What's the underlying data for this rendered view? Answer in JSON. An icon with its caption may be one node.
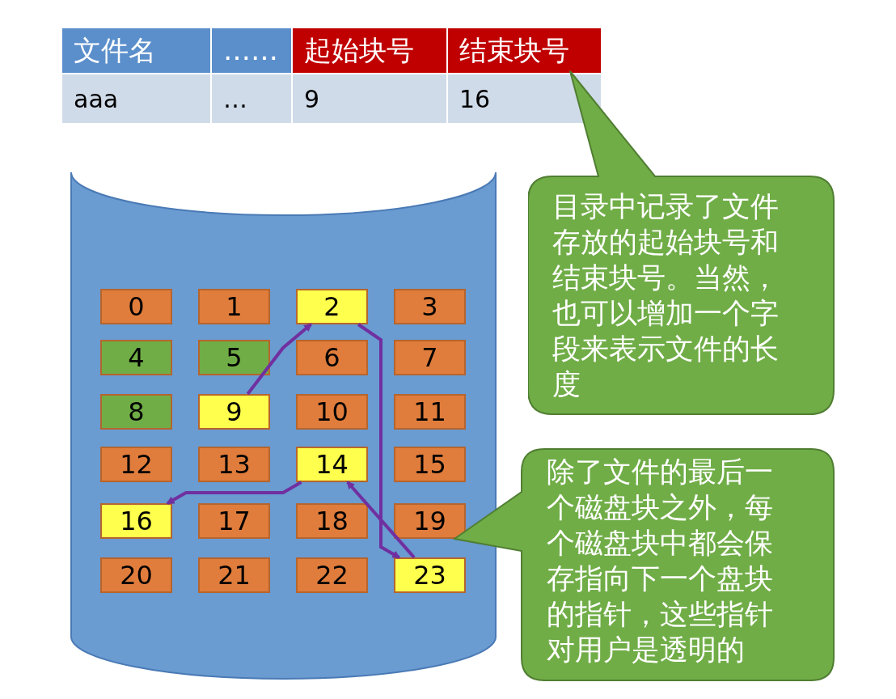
{
  "diagram": {
    "nodes": [
      {
        "text": [],
        "shape": "cylinder"
      },
      {
        "text": [
          "0"
        ],
        "in": 0
      },
      {
        "text": [
          "1"
        ],
        "in": 0
      },
      {
        "text": [
          "2"
        ],
        "in": 0
      },
      {
        "text": [
          "3"
        ],
        "in": 0
      },
      {
        "text": [
          "4"
        ],
        "in": 0
      },
      {
        "text": [
          "5"
        ],
        "in": 0
      },
      {
        "text": [
          "6"
        ],
        "in": 0
      },
      {
        "text": [
          "7"
        ],
        "in": 0
      },
      {
        "text": [
          "8"
        ],
        "in": 0
      },
      {
        "text": [
          "9"
        ],
        "in": 0
      },
      {
        "text": [
          "10"
        ],
        "in": 0
      },
      {
        "text": [
          "11"
        ],
        "in": 0
      },
      {
        "text": [
          "12"
        ],
        "in": 0
      },
      {
        "text": [
          "13"
        ],
        "in": 0
      },
      {
        "text": [
          "14"
        ],
        "in": 0
      },
      {
        "text": [
          "15"
        ],
        "in": 0
      },
      {
        "text": [
          "16"
        ],
        "in": 0
      },
      {
        "text": [
          "17"
        ],
        "in": 0
      },
      {
        "text": [
          "18"
        ],
        "in": 0
      },
      {
        "text": [
          "19"
        ],
        "in": 0
      },
      {
        "text": [
          "20"
        ],
        "in": 0
      },
      {
        "text": [
          "21"
        ],
        "in": 0
      },
      {
        "text": [
          "22"
        ],
        "in": 0
      },
      {
        "text": [
          "23"
        ],
        "in": 0
      },
      {
        "text": [
          "目录中记录了文件存放的起始块号和结束块号。当然，也可以增加一个字段来表示文件的长度"
        ]
      },
      {
        "text": [
          "除了文件的最后一个磁盘块之外，每个磁盘块中都会保存指向下一个盘块的指针，这些指针对用户是透明的"
        ]
      }
    ],
    "edges": [
      {
        "from": 10,
        "to": 3,
        "arrow": "to"
      },
      {
        "from": 3,
        "to": 24,
        "arrow": "to"
      },
      {
        "from": 24,
        "to": 15,
        "arrow": "to"
      },
      {
        "from": 15,
        "to": 17,
        "arrow": "to"
      }
    ],
    "labels": [
      "文件名",
      "……",
      "起始块号",
      "结束块号",
      "aaa",
      "…",
      "9",
      "16"
    ]
  }
}
